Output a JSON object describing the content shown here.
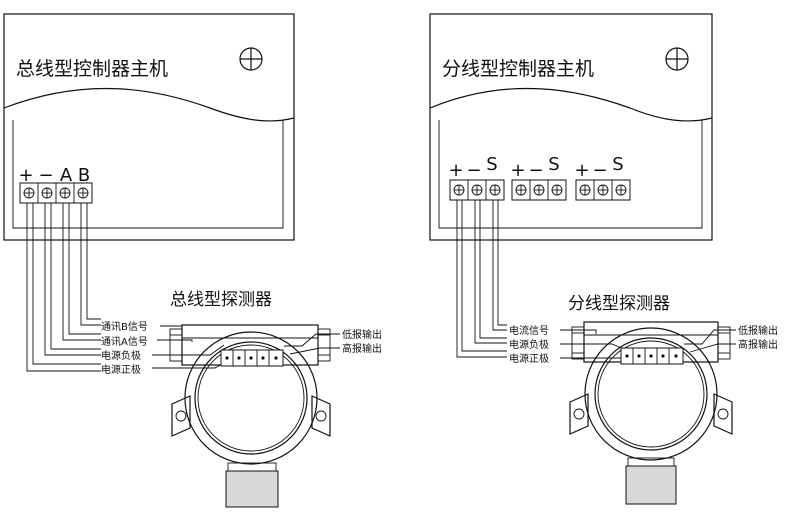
{
  "left_panel": {
    "controller_title": "总线型控制器主机",
    "terminal_labels": [
      "+",
      "−",
      "A",
      "B"
    ],
    "detector_title": "总线型探测器",
    "wire_labels": [
      "通讯B信号",
      "通讯A信号",
      "电源负极",
      "电源正极"
    ],
    "alarm_labels": [
      "低报输出",
      "高报输出"
    ]
  },
  "right_panel": {
    "controller_title": "分线型控制器主机",
    "terminal_groups": [
      [
        "+",
        "−",
        "S"
      ],
      [
        "+",
        "−",
        "S"
      ],
      [
        "+",
        "−",
        "S"
      ]
    ],
    "detector_title": "分线型探测器",
    "wire_labels": [
      "电流信号",
      "电源负极",
      "电源正极"
    ],
    "alarm_labels": [
      "低报输出",
      "高报输出"
    ]
  }
}
